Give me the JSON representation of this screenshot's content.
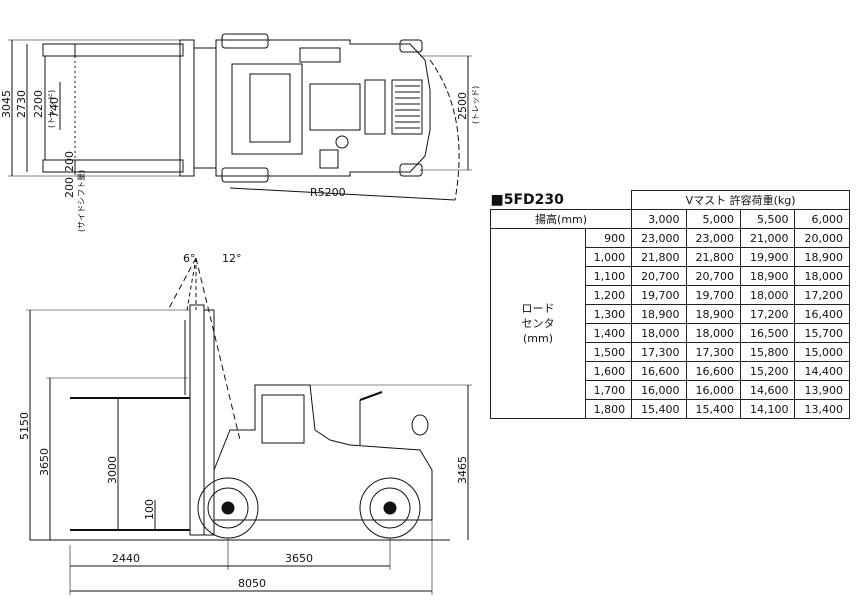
{
  "top_view": {
    "width_overall": "3045",
    "fork_outer": "2730",
    "tread_front": "2200",
    "tread_front_label": "(トレッド)",
    "carriage": "740",
    "fork_width": "200",
    "sideshift": "200",
    "sideshift_label": "(サイドシフト量)",
    "turning_radius": "R5200",
    "tread_rear": "2500",
    "tread_rear_label": "(トレッド)"
  },
  "side_view": {
    "tilt_forward": "6°",
    "tilt_backward": "12°",
    "max_height": "5150",
    "mast_lowered": "3650",
    "lift_height": "3000",
    "fork_ground": "100",
    "overhead_guard": "3465",
    "front_overhang": "2440",
    "wheelbase": "3650",
    "overall_length": "8050"
  },
  "table": {
    "model": "■5FD230",
    "header_group": "Vマスト 許容荷重(kg)",
    "lift_label": "揚高(mm)",
    "lift_heights": [
      "3,000",
      "5,000",
      "5,500",
      "6,000"
    ],
    "row_label_lines": [
      "ロード",
      "センタ",
      "(mm)"
    ],
    "rows": [
      {
        "lc": "900",
        "v": [
          "23,000",
          "23,000",
          "21,000",
          "20,000"
        ]
      },
      {
        "lc": "1,000",
        "v": [
          "21,800",
          "21,800",
          "19,900",
          "18,900"
        ]
      },
      {
        "lc": "1,100",
        "v": [
          "20,700",
          "20,700",
          "18,900",
          "18,000"
        ]
      },
      {
        "lc": "1,200",
        "v": [
          "19,700",
          "19,700",
          "18,000",
          "17,200"
        ]
      },
      {
        "lc": "1,300",
        "v": [
          "18,900",
          "18,900",
          "17,200",
          "16,400"
        ]
      },
      {
        "lc": "1,400",
        "v": [
          "18,000",
          "18,000",
          "16,500",
          "15,700"
        ]
      },
      {
        "lc": "1,500",
        "v": [
          "17,300",
          "17,300",
          "15,800",
          "15,000"
        ]
      },
      {
        "lc": "1,600",
        "v": [
          "16,600",
          "16,600",
          "15,200",
          "14,400"
        ]
      },
      {
        "lc": "1,700",
        "v": [
          "16,000",
          "16,000",
          "14,600",
          "13,900"
        ]
      },
      {
        "lc": "1,800",
        "v": [
          "15,400",
          "15,400",
          "14,100",
          "13,400"
        ]
      }
    ]
  }
}
